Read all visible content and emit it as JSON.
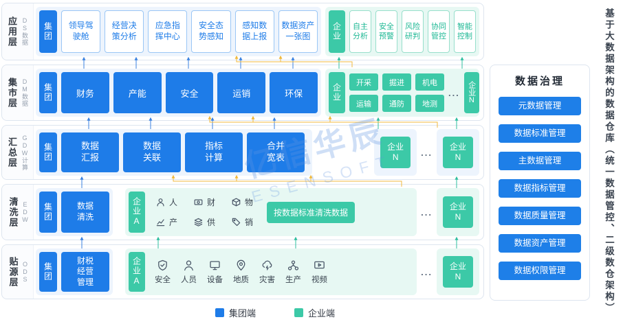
{
  "side_note": "基于大数据架构的数据仓库（统一数据管控、二级数仓架构）",
  "watermark": {
    "title": "亿信华辰",
    "subtitle": "ESENSOFT"
  },
  "legend": {
    "group": "集团端",
    "enterprise": "企业端"
  },
  "colors": {
    "group_blue": "#1E7CE8",
    "enterprise_green": "#3CC9A7",
    "arrow_yellow": "#F0B83C",
    "arrow_blue": "#3B82E0",
    "arrow_green": "#2FBF9F"
  },
  "common": {
    "group": "集团",
    "ent": "企业",
    "ent_a": "企业A",
    "ent_n": "企业\nN",
    "ent_n_vertical": "企业N",
    "dots": "..."
  },
  "governance": {
    "title": "数据治理",
    "items": [
      "元数据管理",
      "数据标准管理",
      "主数据管理",
      "数据指标管理",
      "数据质量管理",
      "数据资产管理",
      "数据权限管理"
    ]
  },
  "layers": {
    "ds": {
      "name": "应用层",
      "code": "DS数据",
      "apps": [
        "领导驾\n驶舱",
        "经营决\n策分析",
        "应急指\n挥中心",
        "安全态\n势感知",
        "感知数\n据上报",
        "数据资产\n一张图"
      ],
      "ent_apps": [
        "自主\n分析",
        "安全\n预警",
        "风险\n研判",
        "协同\n管控",
        "智能\n控制"
      ]
    },
    "dm": {
      "name": "集市层",
      "code": "DM数据",
      "marts": [
        "财务",
        "产能",
        "安全",
        "运销",
        "环保"
      ],
      "ent_marts": [
        "开采",
        "掘进",
        "机电",
        "运输",
        "通防",
        "地测"
      ]
    },
    "gdw": {
      "name": "汇总层",
      "code": "GDW计算",
      "jobs": [
        "数据\n汇报",
        "数据\n关联",
        "指标\n计算",
        "合并\n宽表"
      ]
    },
    "edw": {
      "name": "清洗层",
      "code": "EDW",
      "group_app": "数据\n清洗",
      "domains": [
        "人",
        "财",
        "物",
        "产",
        "供",
        "销"
      ],
      "domain_icons": [
        "person-icon",
        "money-icon",
        "box-icon",
        "chart-icon",
        "supply-icon",
        "tag-icon"
      ],
      "button": "按数据标准清洗数据"
    },
    "ods": {
      "name": "贴源层",
      "code": "ODS",
      "group_app": "财税\n经营\n管理",
      "sources": [
        "安全",
        "人员",
        "设备",
        "地质",
        "灾害",
        "生产",
        "视频"
      ],
      "source_icons": [
        "shield-icon",
        "person-icon",
        "device-icon",
        "geology-icon",
        "disaster-icon",
        "production-icon",
        "video-icon"
      ]
    }
  }
}
